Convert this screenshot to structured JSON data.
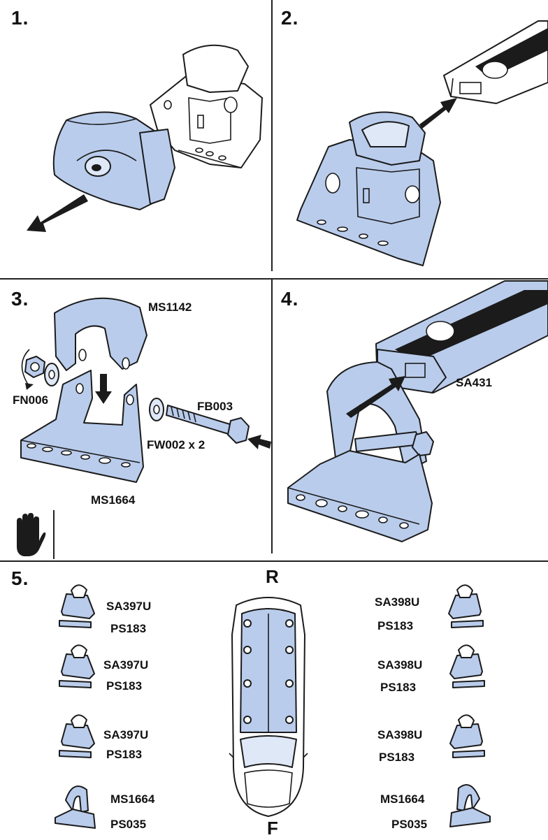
{
  "steps": [
    {
      "number": "1."
    },
    {
      "number": "2."
    },
    {
      "number": "3.",
      "labels": {
        "clamp": "MS1142",
        "nut": "FN006",
        "bolt": "FB003",
        "washer": "FW002 x 2",
        "foot": "MS1664"
      }
    },
    {
      "number": "4.",
      "labels": {
        "bar": "SA431"
      }
    },
    {
      "number": "5.",
      "rear_label": "R",
      "front_label": "F",
      "left_column": [
        {
          "part": "SA397U",
          "pad": "PS183"
        },
        {
          "part": "SA397U",
          "pad": "PS183"
        },
        {
          "part": "SA397U",
          "pad": "PS183"
        },
        {
          "part": "MS1664",
          "pad": "PS035"
        }
      ],
      "right_column": [
        {
          "part": "SA398U",
          "pad": "PS183"
        },
        {
          "part": "SA398U",
          "pad": "PS183"
        },
        {
          "part": "SA398U",
          "pad": "PS183"
        },
        {
          "part": "MS1664",
          "pad": "PS035"
        }
      ]
    }
  ],
  "colors": {
    "part_fill": "#b9ccec",
    "outline": "#1b1b1b"
  },
  "icons": {
    "warning": "stop-hand-icon"
  }
}
